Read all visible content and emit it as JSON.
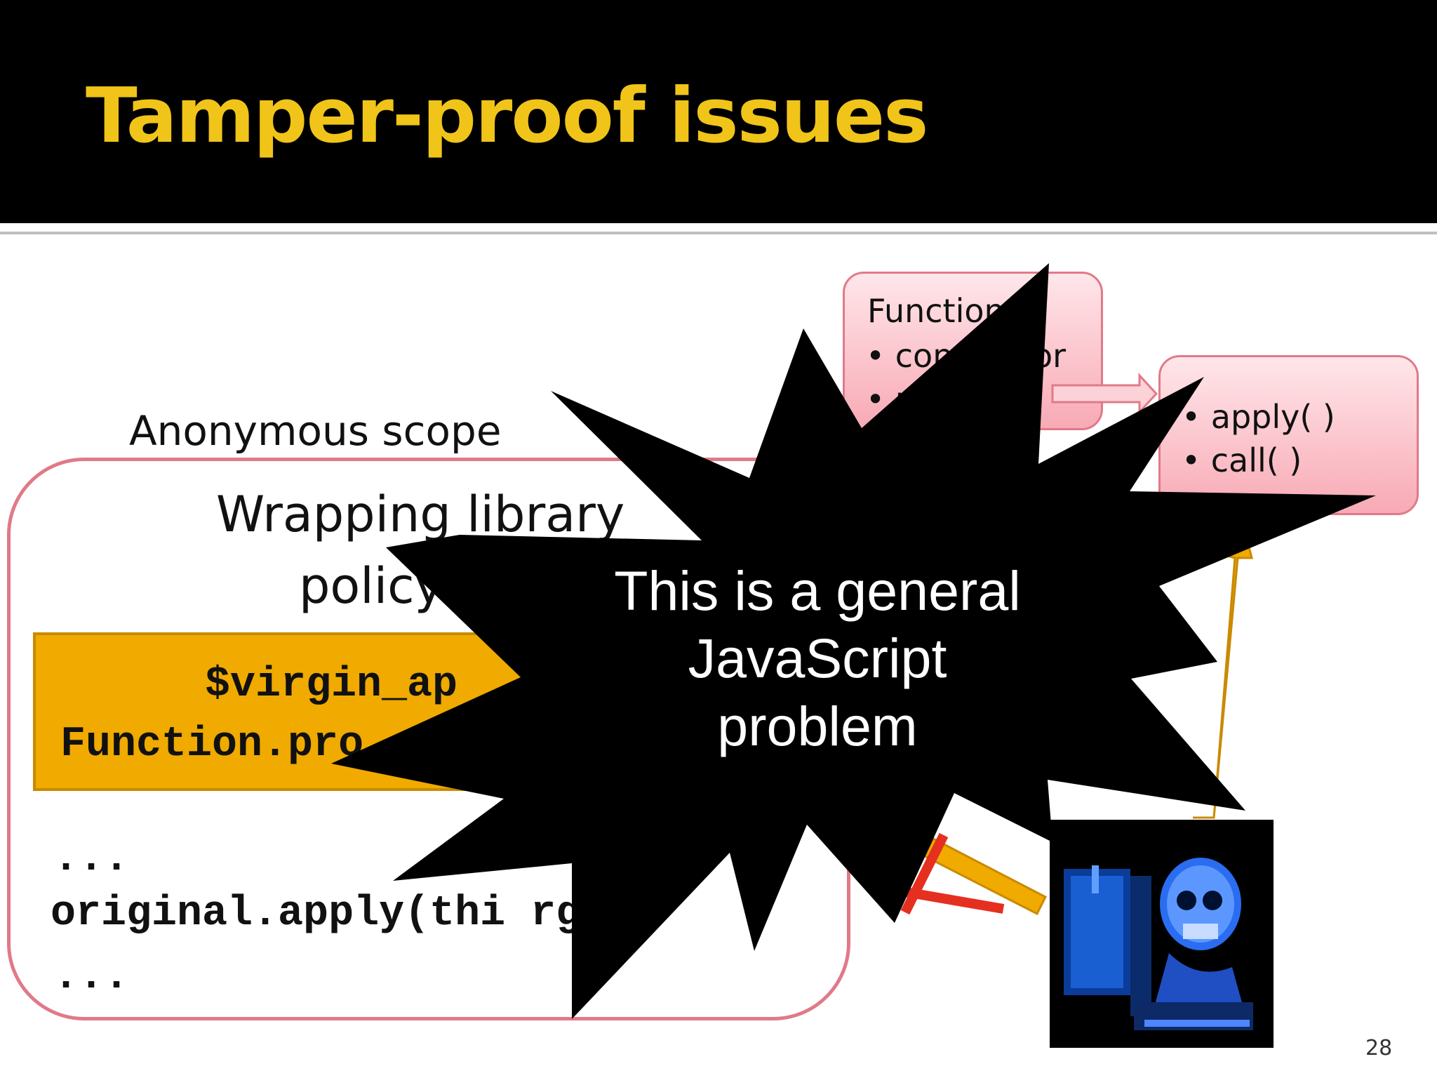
{
  "slide": {
    "title": "Tamper-proof issues",
    "page_number": "28"
  },
  "function_box": {
    "title": "Function",
    "items": [
      "cons",
      "or",
      "p"
    ]
  },
  "apply_box": {
    "items": [
      "apply( )",
      "call( )"
    ]
  },
  "anonymous_scope": {
    "label": "Anonymous scope",
    "wrapping_line1": "Wrapping library",
    "wrapping_line2": "policy",
    "code_line1": "$virgin_ap",
    "code_line2": "Function.pro",
    "dots_top": "...",
    "apply_line": "original.apply(thi   rg  ,",
    "dots_bottom": "..."
  },
  "starburst": {
    "line1": "This is a general",
    "line2": "JavaScript",
    "line3": "problem"
  },
  "colors": {
    "title": "#f0c419",
    "box_border": "#e07a88",
    "code_fill": "#f0aa00",
    "burst": "#000000"
  }
}
